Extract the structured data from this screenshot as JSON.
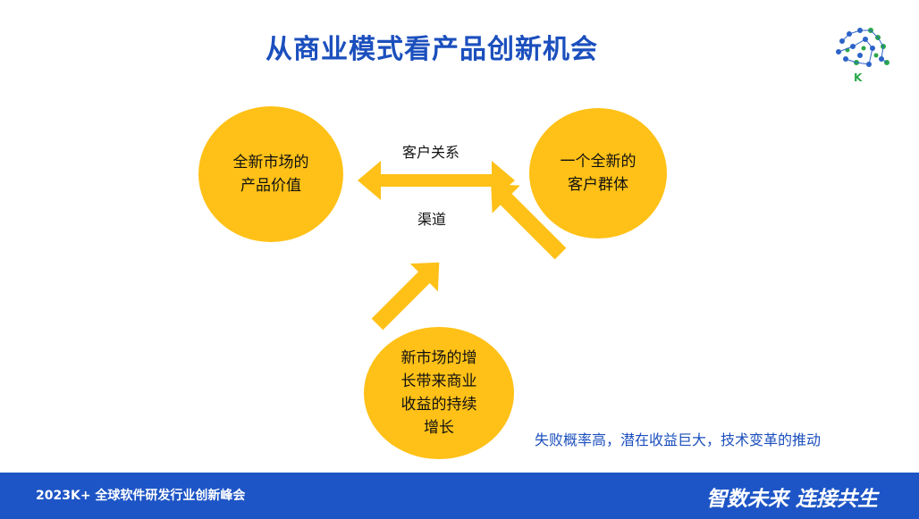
{
  "title": "从商业模式看产品创新机会",
  "logo": {
    "letter": "K"
  },
  "nodes": {
    "left": {
      "line1": "全新市场的",
      "line2": "产品价值"
    },
    "right": {
      "line1": "一个全新的",
      "line2": "客户群体"
    },
    "bottom": {
      "line1": "新市场的增",
      "line2": "长带来商业",
      "line3": "收益的持续",
      "line4": "增长"
    }
  },
  "arrow_labels": {
    "top": "客户关系",
    "bottom": "渠道"
  },
  "note": "失败概率高，潜在收益巨大，技术变革的推动",
  "footer": {
    "left": "2023K+ 全球软件研发行业创新峰会",
    "right": "智数未来  连接共生"
  },
  "colors": {
    "accent": "#ffc117",
    "brand": "#1b4fbd",
    "footer_bg": "#1d55c6"
  }
}
